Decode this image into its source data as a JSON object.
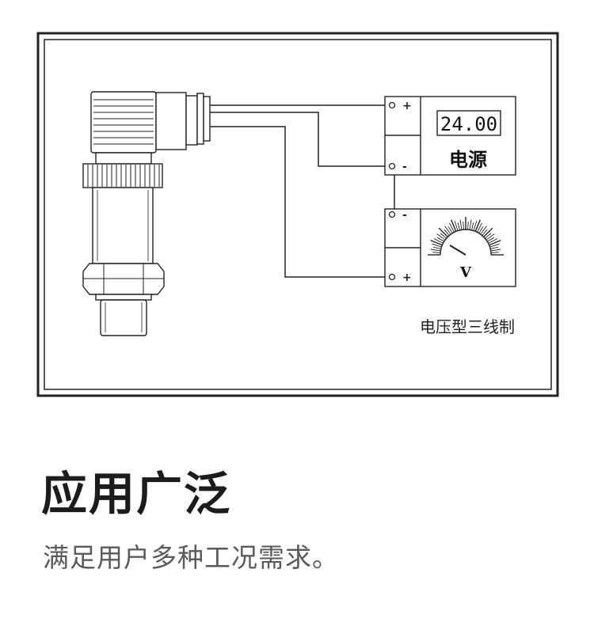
{
  "diagram": {
    "power_supply": {
      "display_value": "24.00",
      "label": "电源"
    },
    "voltmeter": {
      "unit_label": "V"
    },
    "terminals": {
      "plus": "+",
      "minus": "-"
    },
    "caption": "电压型三线制"
  },
  "heading": "应用广泛",
  "subheading": "满足用户多种工况需求。"
}
